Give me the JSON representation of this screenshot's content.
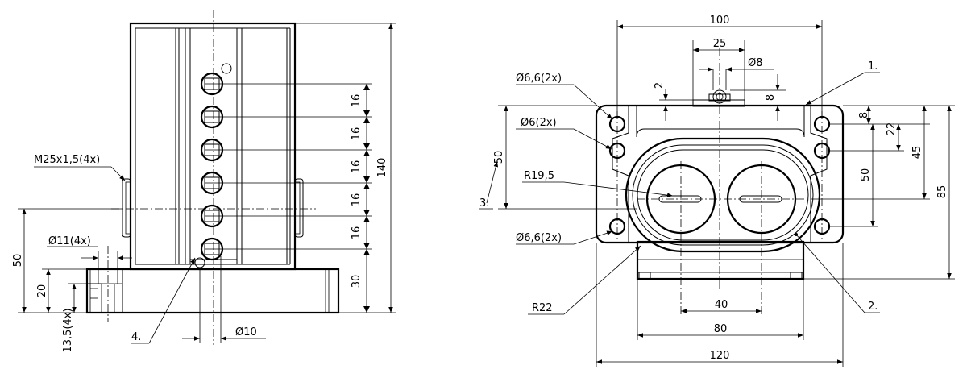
{
  "left_view": {
    "thread_label": "M25x1,5(4x)",
    "hole_label": "Ø11(4x)",
    "dim_50": "50",
    "dim_20": "20",
    "dim_13_5": "13,5(4x)",
    "item_4": "4.",
    "dim_d10": "Ø10",
    "dim_16": "16",
    "dim_30": "30",
    "dim_140": "140"
  },
  "right_view": {
    "dim_100": "100",
    "dim_25": "25",
    "dim_d8": "Ø8",
    "dim_2": "2",
    "dim_8_top": "8",
    "hole_d66_top": "Ø6,6(2x)",
    "hole_d6": "Ø6(2x)",
    "item_1": "1.",
    "item_2": "2.",
    "item_3": "3.",
    "dim_50_left": "50",
    "radius_r195": "R19,5",
    "hole_d66_bottom": "Ø6,6(2x)",
    "radius_r22": "R22",
    "dim_8_right": "8",
    "dim_22": "22",
    "dim_45": "45",
    "dim_50_right": "50",
    "dim_85": "85",
    "dim_40": "40",
    "dim_80": "80",
    "dim_120": "120"
  }
}
